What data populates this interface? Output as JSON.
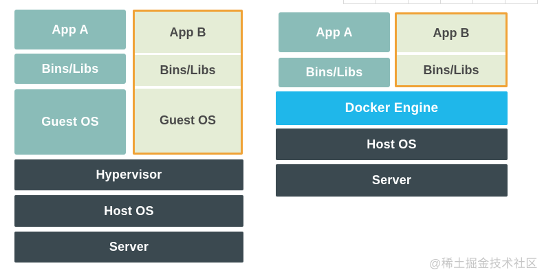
{
  "vm_diagram": {
    "stack1": {
      "items": [
        "App A",
        "Bins/Libs",
        "Guest OS"
      ]
    },
    "stack2": {
      "items": [
        "App B",
        "Bins/Libs",
        "Guest OS"
      ]
    },
    "base_layers": [
      "Hypervisor",
      "Host OS",
      "Server"
    ]
  },
  "docker_diagram": {
    "stack1": {
      "items": [
        "App A",
        "Bins/Libs"
      ]
    },
    "stack2": {
      "items": [
        "App B",
        "Bins/Libs"
      ]
    },
    "base_layers": [
      "Docker Engine",
      "Host OS",
      "Server"
    ]
  },
  "watermark": {
    "text": "@稀土掘金技术社区"
  },
  "colors": {
    "teal_block": "#8abcb8",
    "highlight_fill": "#e5edd6",
    "highlight_border": "#f0a236",
    "docker_blue": "#1fb7ea",
    "dark_slate": "#3b4950",
    "light_text": "#ffffff",
    "dark_text": "#4a4a4a",
    "watermark_gray": "#c6c6c6"
  }
}
